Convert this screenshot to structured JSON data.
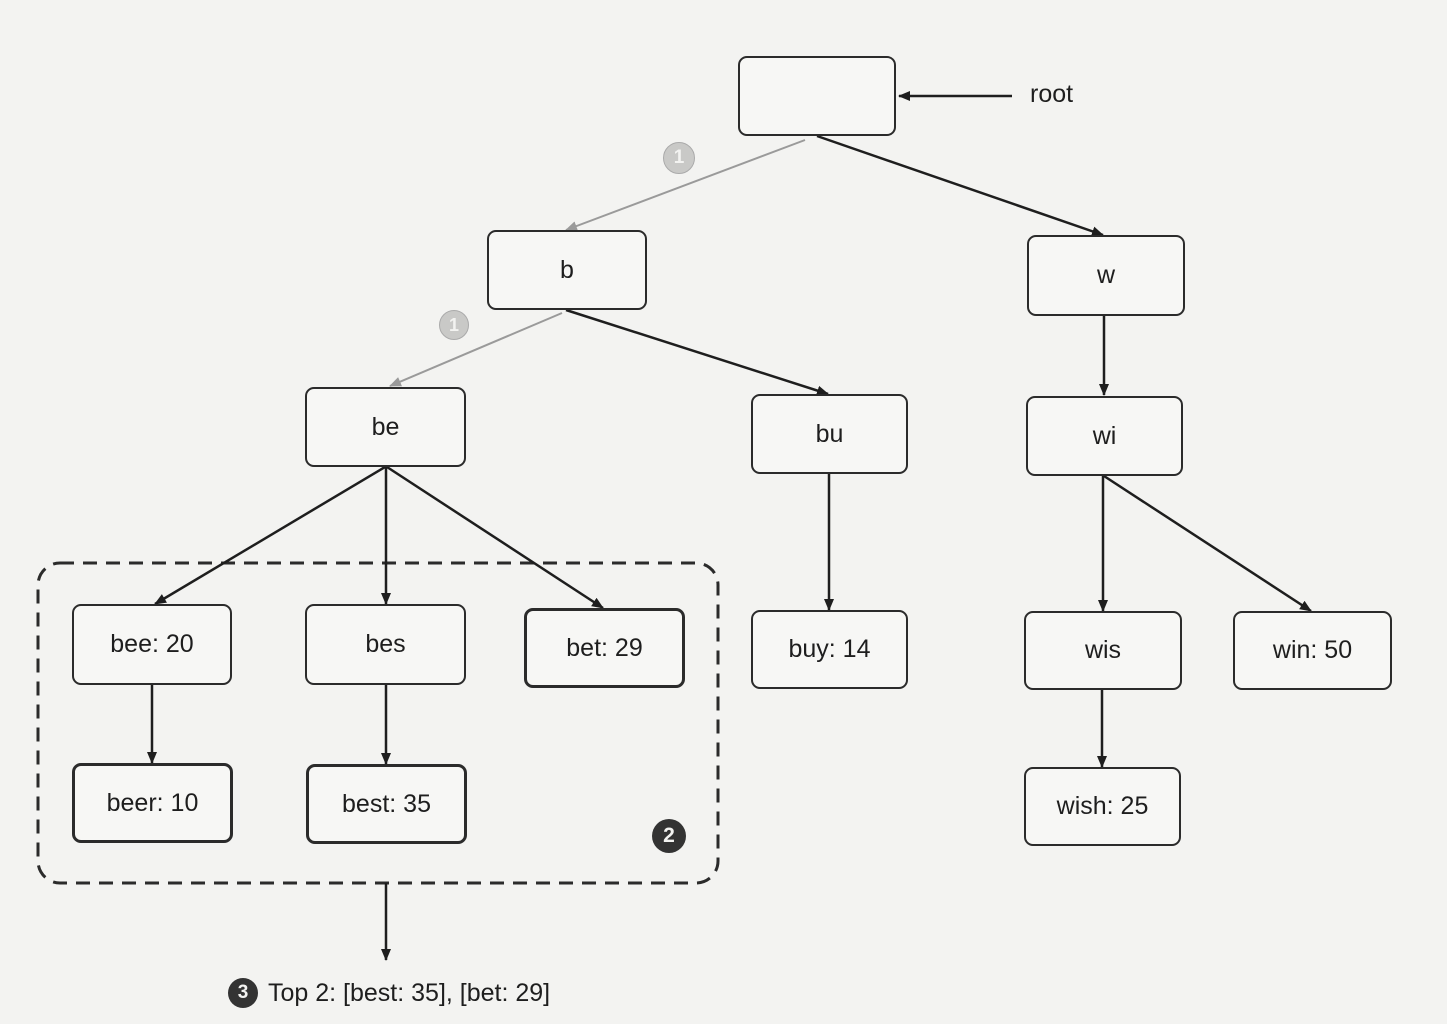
{
  "root_label": "root",
  "nodes": {
    "root": "",
    "b": "b",
    "w": "w",
    "be": "be",
    "bu": "bu",
    "wi": "wi",
    "bee": "bee: 20",
    "bes": "bes",
    "bet": "bet: 29",
    "buy": "buy: 14",
    "wis": "wis",
    "win": "win: 50",
    "beer": "beer: 10",
    "best": "best: 35",
    "wish": "wish: 25"
  },
  "steps": {
    "step1": "1",
    "step2": "2",
    "step3": "3"
  },
  "result_text": "Top 2: [best: 35], [bet: 29]"
}
